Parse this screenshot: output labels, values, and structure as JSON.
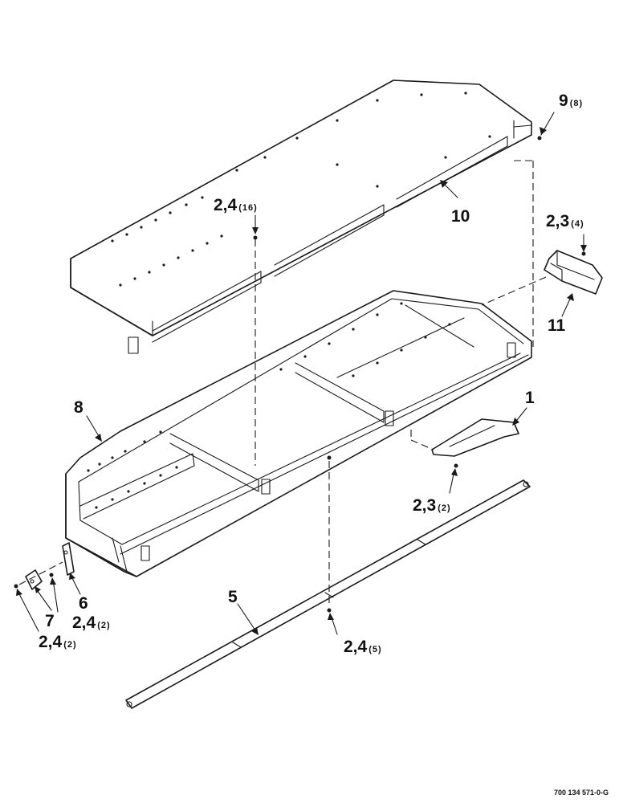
{
  "callouts": {
    "c9": {
      "label": "9",
      "qty": "(8)"
    },
    "c24a": {
      "label": "2,4",
      "qty": "(16)"
    },
    "c10": {
      "label": "10",
      "qty": ""
    },
    "c23a": {
      "label": "2,3",
      "qty": "(4)"
    },
    "c11": {
      "label": "11",
      "qty": ""
    },
    "c8": {
      "label": "8",
      "qty": ""
    },
    "c1": {
      "label": "1",
      "qty": ""
    },
    "c23b": {
      "label": "2,3",
      "qty": "(2)"
    },
    "c6": {
      "label": "6",
      "qty": ""
    },
    "c7": {
      "label": "7",
      "qty": ""
    },
    "c24b": {
      "label": "2,4",
      "qty": "(2)"
    },
    "c24c": {
      "label": "2,4",
      "qty": "(2)"
    },
    "c5": {
      "label": "5",
      "qty": ""
    },
    "c24d": {
      "label": "2,4",
      "qty": "(5)"
    }
  },
  "drawing_ref": "700 134 571-0-G"
}
